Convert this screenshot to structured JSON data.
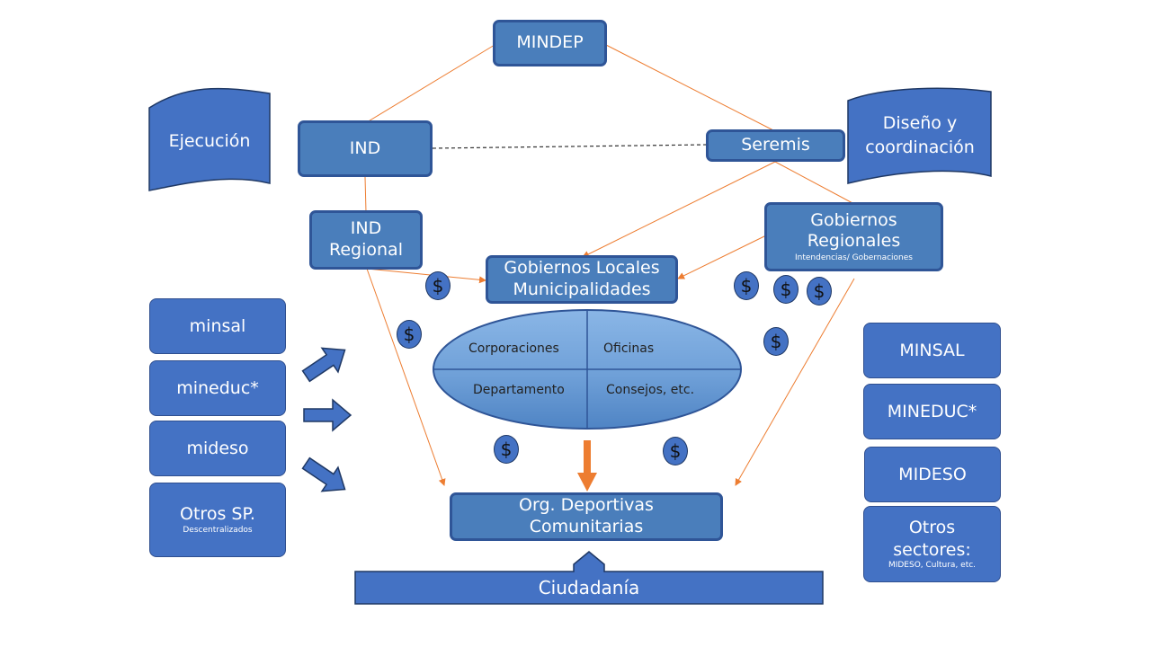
{
  "nodes": {
    "mindep": "MINDEP",
    "ind": "IND",
    "seremis": "Seremis",
    "ind_regional": [
      "IND",
      "Regional"
    ],
    "gobiernos_regionales": {
      "lines": [
        "Gobiernos",
        "Regionales"
      ],
      "sub": "Intendencias/ Gobernaciones"
    },
    "gobiernos_locales": [
      "Gobiernos Locales",
      "Municipalidades"
    ],
    "org_deportivas": [
      "Org. Deportivas",
      "Comunitarias"
    ],
    "ciudadania": "Ciudadanía"
  },
  "scrolls": {
    "left": "Ejecución",
    "right": [
      "Diseño y",
      "coordinación"
    ]
  },
  "ellipse": {
    "top_left": "Corporaciones",
    "top_right": "Oficinas",
    "bottom_left": "Departamento",
    "bottom_right": "Consejos, etc."
  },
  "left_column": [
    {
      "label": "minsal"
    },
    {
      "label": "mineduc*"
    },
    {
      "label": "mideso"
    },
    {
      "label": "Otros SP.",
      "sub": "Descentralizados"
    }
  ],
  "right_column": [
    {
      "label": "MINSAL"
    },
    {
      "label": "MINEDUC*"
    },
    {
      "label": "MIDESO"
    },
    {
      "label": [
        "Otros",
        "sectores:"
      ],
      "sub": "MIDESO, Cultura, etc."
    }
  ],
  "money_symbol": "$",
  "colors": {
    "box_fill": "#4a7ebb",
    "box_border": "#2f5597",
    "side_fill": "#4472c4",
    "line_orange": "#ed7d31",
    "ellipse_fill": "#6fa0d8"
  }
}
